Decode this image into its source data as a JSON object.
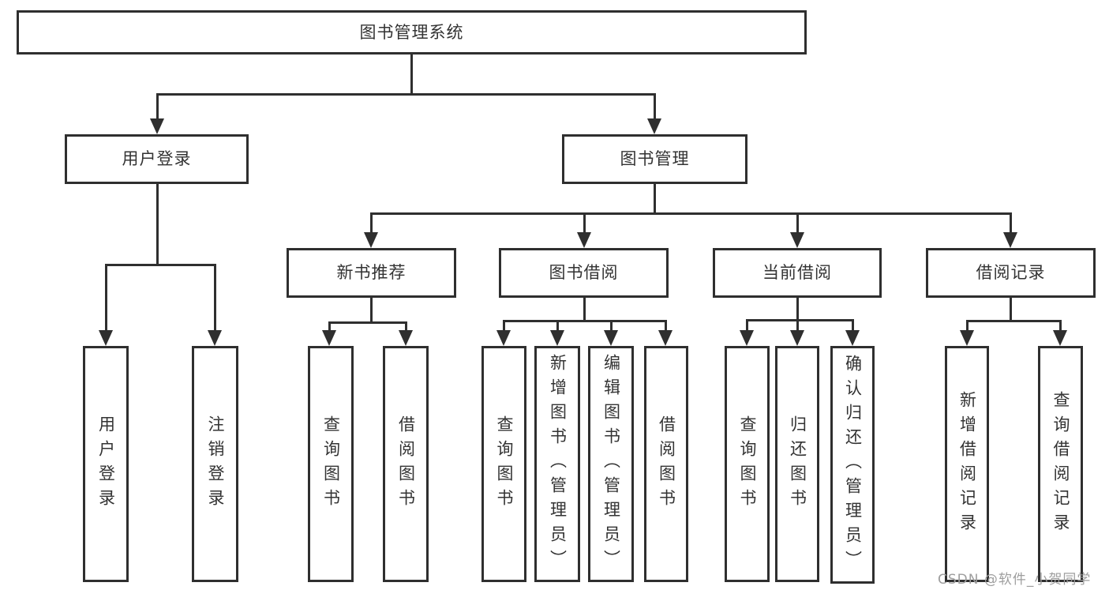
{
  "page": {
    "background": "#ffffff"
  },
  "diagram": {
    "type": "hierarchy-tree",
    "line_color": "#2f2f2f",
    "text_color": "#333333",
    "watermark": {
      "text": "CSDN @软件_小贺同学",
      "color": "#9e9e9e"
    },
    "root": {
      "label": "图书管理系统"
    },
    "level2": [
      {
        "label": "用户登录",
        "parent": "图书管理系统"
      },
      {
        "label": "图书管理",
        "parent": "图书管理系统"
      }
    ],
    "level3": [
      {
        "label": "新书推荐",
        "parent": "图书管理"
      },
      {
        "label": "图书借阅",
        "parent": "图书管理"
      },
      {
        "label": "当前借阅",
        "parent": "图书管理"
      },
      {
        "label": "借阅记录",
        "parent": "图书管理"
      }
    ],
    "leaves": [
      {
        "label": "用户登录",
        "parent": "用户登录"
      },
      {
        "label": "注销登录",
        "parent": "用户登录"
      },
      {
        "label": "查询图书",
        "parent": "新书推荐"
      },
      {
        "label": "借阅图书",
        "parent": "新书推荐"
      },
      {
        "label": "查询图书",
        "parent": "图书借阅"
      },
      {
        "label": "新增图书（管理员）",
        "parent": "图书借阅"
      },
      {
        "label": "编辑图书（管理员）",
        "parent": "图书借阅"
      },
      {
        "label": "借阅图书",
        "parent": "图书借阅"
      },
      {
        "label": "查询图书",
        "parent": "当前借阅"
      },
      {
        "label": "归还图书",
        "parent": "当前借阅"
      },
      {
        "label": "确认归还（管理员）",
        "parent": "当前借阅"
      },
      {
        "label": "新增借阅记录",
        "parent": "借阅记录"
      },
      {
        "label": "查询借阅记录",
        "parent": "借阅记录"
      }
    ]
  }
}
